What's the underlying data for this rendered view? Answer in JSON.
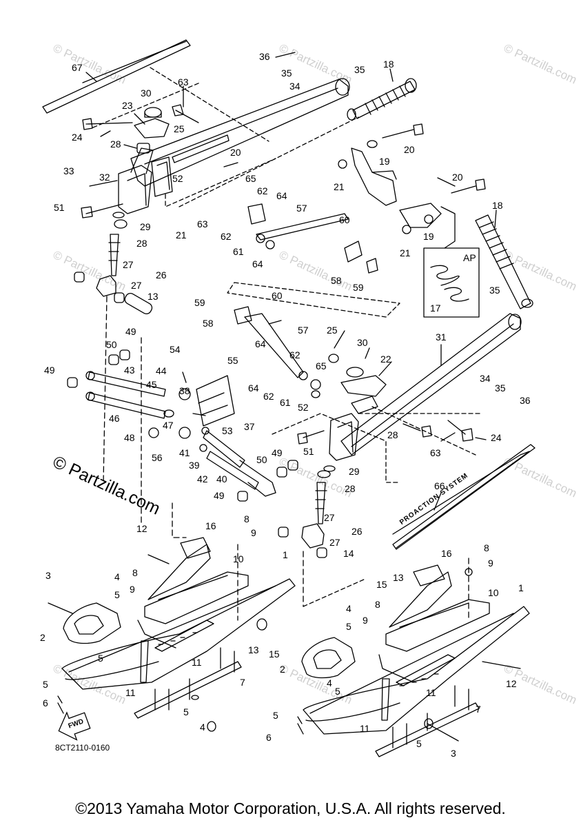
{
  "watermark": {
    "small": "© Partzilla.com",
    "main": "© Partzilla.com"
  },
  "drawing_code": "8CT2110-0160",
  "fwd_label": "FWD",
  "ap_label": "AP",
  "decal_text": "PROACTION SYSTEM",
  "copyright": "©2013 Yamaha Motor Corporation, U.S.A. All rights reserved.",
  "callouts": [
    {
      "n": "67"
    },
    {
      "n": "36"
    },
    {
      "n": "35"
    },
    {
      "n": "35"
    },
    {
      "n": "34"
    },
    {
      "n": "18"
    },
    {
      "n": "63"
    },
    {
      "n": "30"
    },
    {
      "n": "23"
    },
    {
      "n": "24"
    },
    {
      "n": "25"
    },
    {
      "n": "28"
    },
    {
      "n": "20"
    },
    {
      "n": "20"
    },
    {
      "n": "19"
    },
    {
      "n": "21"
    },
    {
      "n": "33"
    },
    {
      "n": "32"
    },
    {
      "n": "52"
    },
    {
      "n": "65"
    },
    {
      "n": "62"
    },
    {
      "n": "64"
    },
    {
      "n": "51"
    },
    {
      "n": "29"
    },
    {
      "n": "21"
    },
    {
      "n": "63"
    },
    {
      "n": "62"
    },
    {
      "n": "57"
    },
    {
      "n": "60"
    },
    {
      "n": "20"
    },
    {
      "n": "18"
    },
    {
      "n": "19"
    },
    {
      "n": "28"
    },
    {
      "n": "61"
    },
    {
      "n": "21"
    },
    {
      "n": "64"
    },
    {
      "n": "58"
    },
    {
      "n": "59"
    },
    {
      "n": "27"
    },
    {
      "n": "26"
    },
    {
      "n": "27"
    },
    {
      "n": "13"
    },
    {
      "n": "35"
    },
    {
      "n": "59"
    },
    {
      "n": "60"
    },
    {
      "n": "17"
    },
    {
      "n": "58"
    },
    {
      "n": "57"
    },
    {
      "n": "25"
    },
    {
      "n": "31"
    },
    {
      "n": "49"
    },
    {
      "n": "50"
    },
    {
      "n": "64"
    },
    {
      "n": "30"
    },
    {
      "n": "54"
    },
    {
      "n": "62"
    },
    {
      "n": "65"
    },
    {
      "n": "22"
    },
    {
      "n": "34"
    },
    {
      "n": "49"
    },
    {
      "n": "43"
    },
    {
      "n": "44"
    },
    {
      "n": "55"
    },
    {
      "n": "35"
    },
    {
      "n": "36"
    },
    {
      "n": "45"
    },
    {
      "n": "38"
    },
    {
      "n": "64"
    },
    {
      "n": "62"
    },
    {
      "n": "61"
    },
    {
      "n": "52"
    },
    {
      "n": "46"
    },
    {
      "n": "47"
    },
    {
      "n": "53"
    },
    {
      "n": "37"
    },
    {
      "n": "28"
    },
    {
      "n": "24"
    },
    {
      "n": "48"
    },
    {
      "n": "41"
    },
    {
      "n": "51"
    },
    {
      "n": "63"
    },
    {
      "n": "56"
    },
    {
      "n": "39"
    },
    {
      "n": "50"
    },
    {
      "n": "49"
    },
    {
      "n": "29"
    },
    {
      "n": "42"
    },
    {
      "n": "40"
    },
    {
      "n": "49"
    },
    {
      "n": "28"
    },
    {
      "n": "66"
    },
    {
      "n": "8"
    },
    {
      "n": "16"
    },
    {
      "n": "9"
    },
    {
      "n": "12"
    },
    {
      "n": "27"
    },
    {
      "n": "26"
    },
    {
      "n": "27"
    },
    {
      "n": "10"
    },
    {
      "n": "8"
    },
    {
      "n": "16"
    },
    {
      "n": "9"
    },
    {
      "n": "14"
    },
    {
      "n": "1"
    },
    {
      "n": "3"
    },
    {
      "n": "4"
    },
    {
      "n": "8"
    },
    {
      "n": "5"
    },
    {
      "n": "9"
    },
    {
      "n": "13"
    },
    {
      "n": "15"
    },
    {
      "n": "10"
    },
    {
      "n": "1"
    },
    {
      "n": "8"
    },
    {
      "n": "2"
    },
    {
      "n": "5"
    },
    {
      "n": "4"
    },
    {
      "n": "9"
    },
    {
      "n": "5"
    },
    {
      "n": "13"
    },
    {
      "n": "15"
    },
    {
      "n": "11"
    },
    {
      "n": "7"
    },
    {
      "n": "5"
    },
    {
      "n": "2"
    },
    {
      "n": "6"
    },
    {
      "n": "11"
    },
    {
      "n": "5"
    },
    {
      "n": "4"
    },
    {
      "n": "12"
    },
    {
      "n": "4"
    },
    {
      "n": "5"
    },
    {
      "n": "11"
    },
    {
      "n": "7"
    },
    {
      "n": "5"
    },
    {
      "n": "11"
    },
    {
      "n": "6"
    },
    {
      "n": "5"
    },
    {
      "n": "3"
    }
  ]
}
